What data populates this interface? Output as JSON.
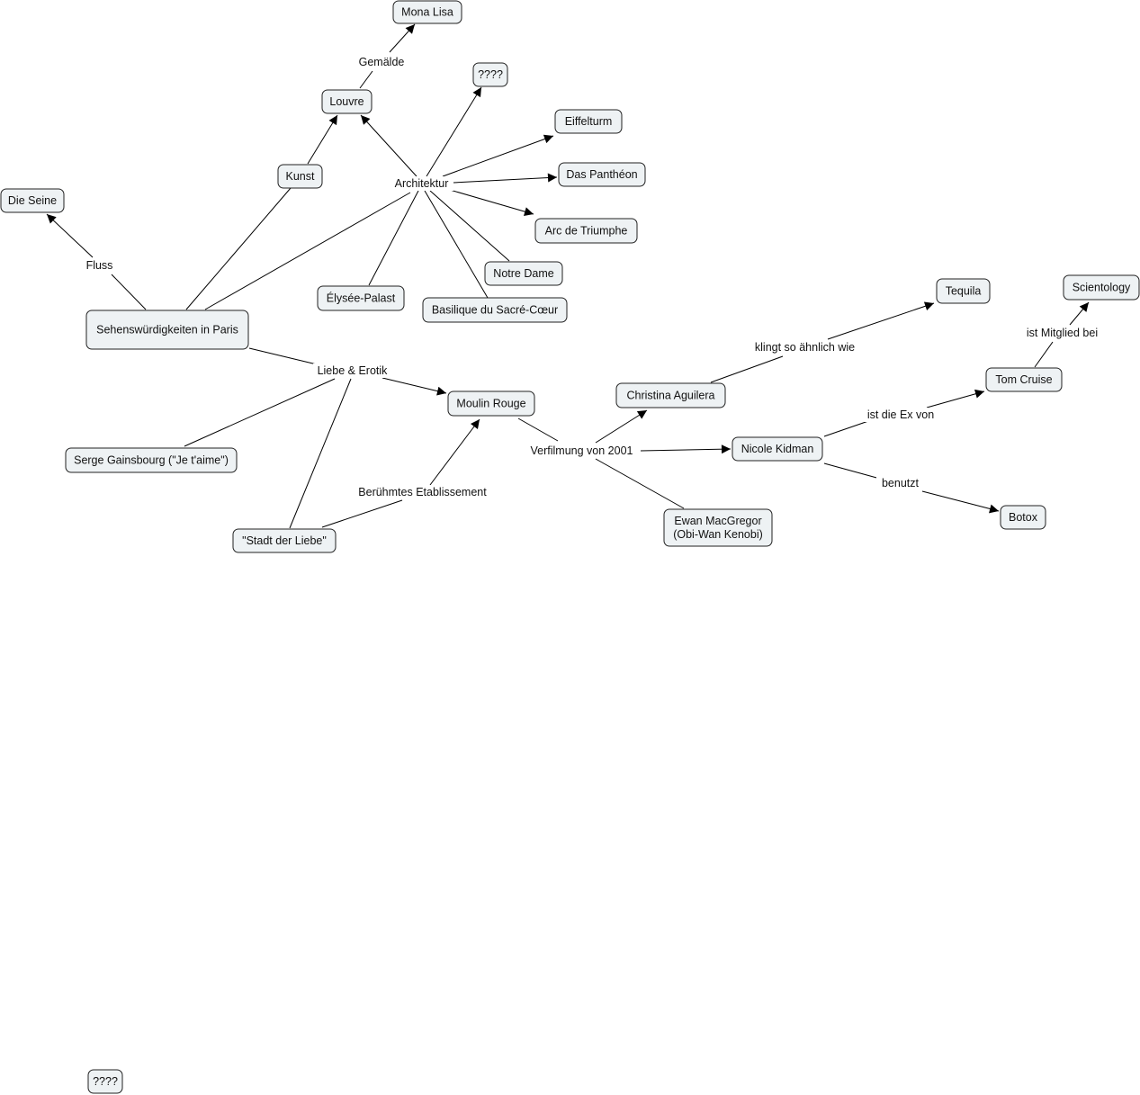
{
  "concept_map": {
    "concepts": {
      "sehens": "Sehenswürdigkeiten in Paris",
      "seine": "Die Seine",
      "louvre": "Louvre",
      "mona": "Mona Lisa",
      "q1": "????",
      "eiffel": "Eiffelturm",
      "pantheon": "Das Panthéon",
      "arc": "Arc de Triumphe",
      "notre": "Notre Dame",
      "sacre": "Basilique du Sacré-Cœur",
      "elysee": "Élysée-Palast",
      "kunst": "Kunst",
      "moulin": "Moulin Rouge",
      "serge": "Serge Gainsbourg (\"Je t'aime\")",
      "stadt": "\"Stadt der Liebe\"",
      "christina": "Christina Aguilera",
      "tequila": "Tequila",
      "nicole": "Nicole Kidman",
      "tom": "Tom Cruise",
      "scientology": "Scientology",
      "botox": "Botox",
      "ewan_1": "Ewan MacGregor",
      "ewan_2": "(Obi-Wan Kenobi)",
      "q2": "????"
    },
    "linking_phrases": {
      "fluss": "Fluss",
      "gemaelde": "Gemälde",
      "architektur": "Architektur",
      "liebe": "Liebe & Erotik",
      "beruehmtes": "Berühmtes Etablissement",
      "verfilmung": "Verfilmung von 2001",
      "klingt": "klingt so ähnlich wie",
      "exvon": "ist die Ex von",
      "mitglied": "ist Mitglied bei",
      "benutzt": "benutzt"
    }
  }
}
